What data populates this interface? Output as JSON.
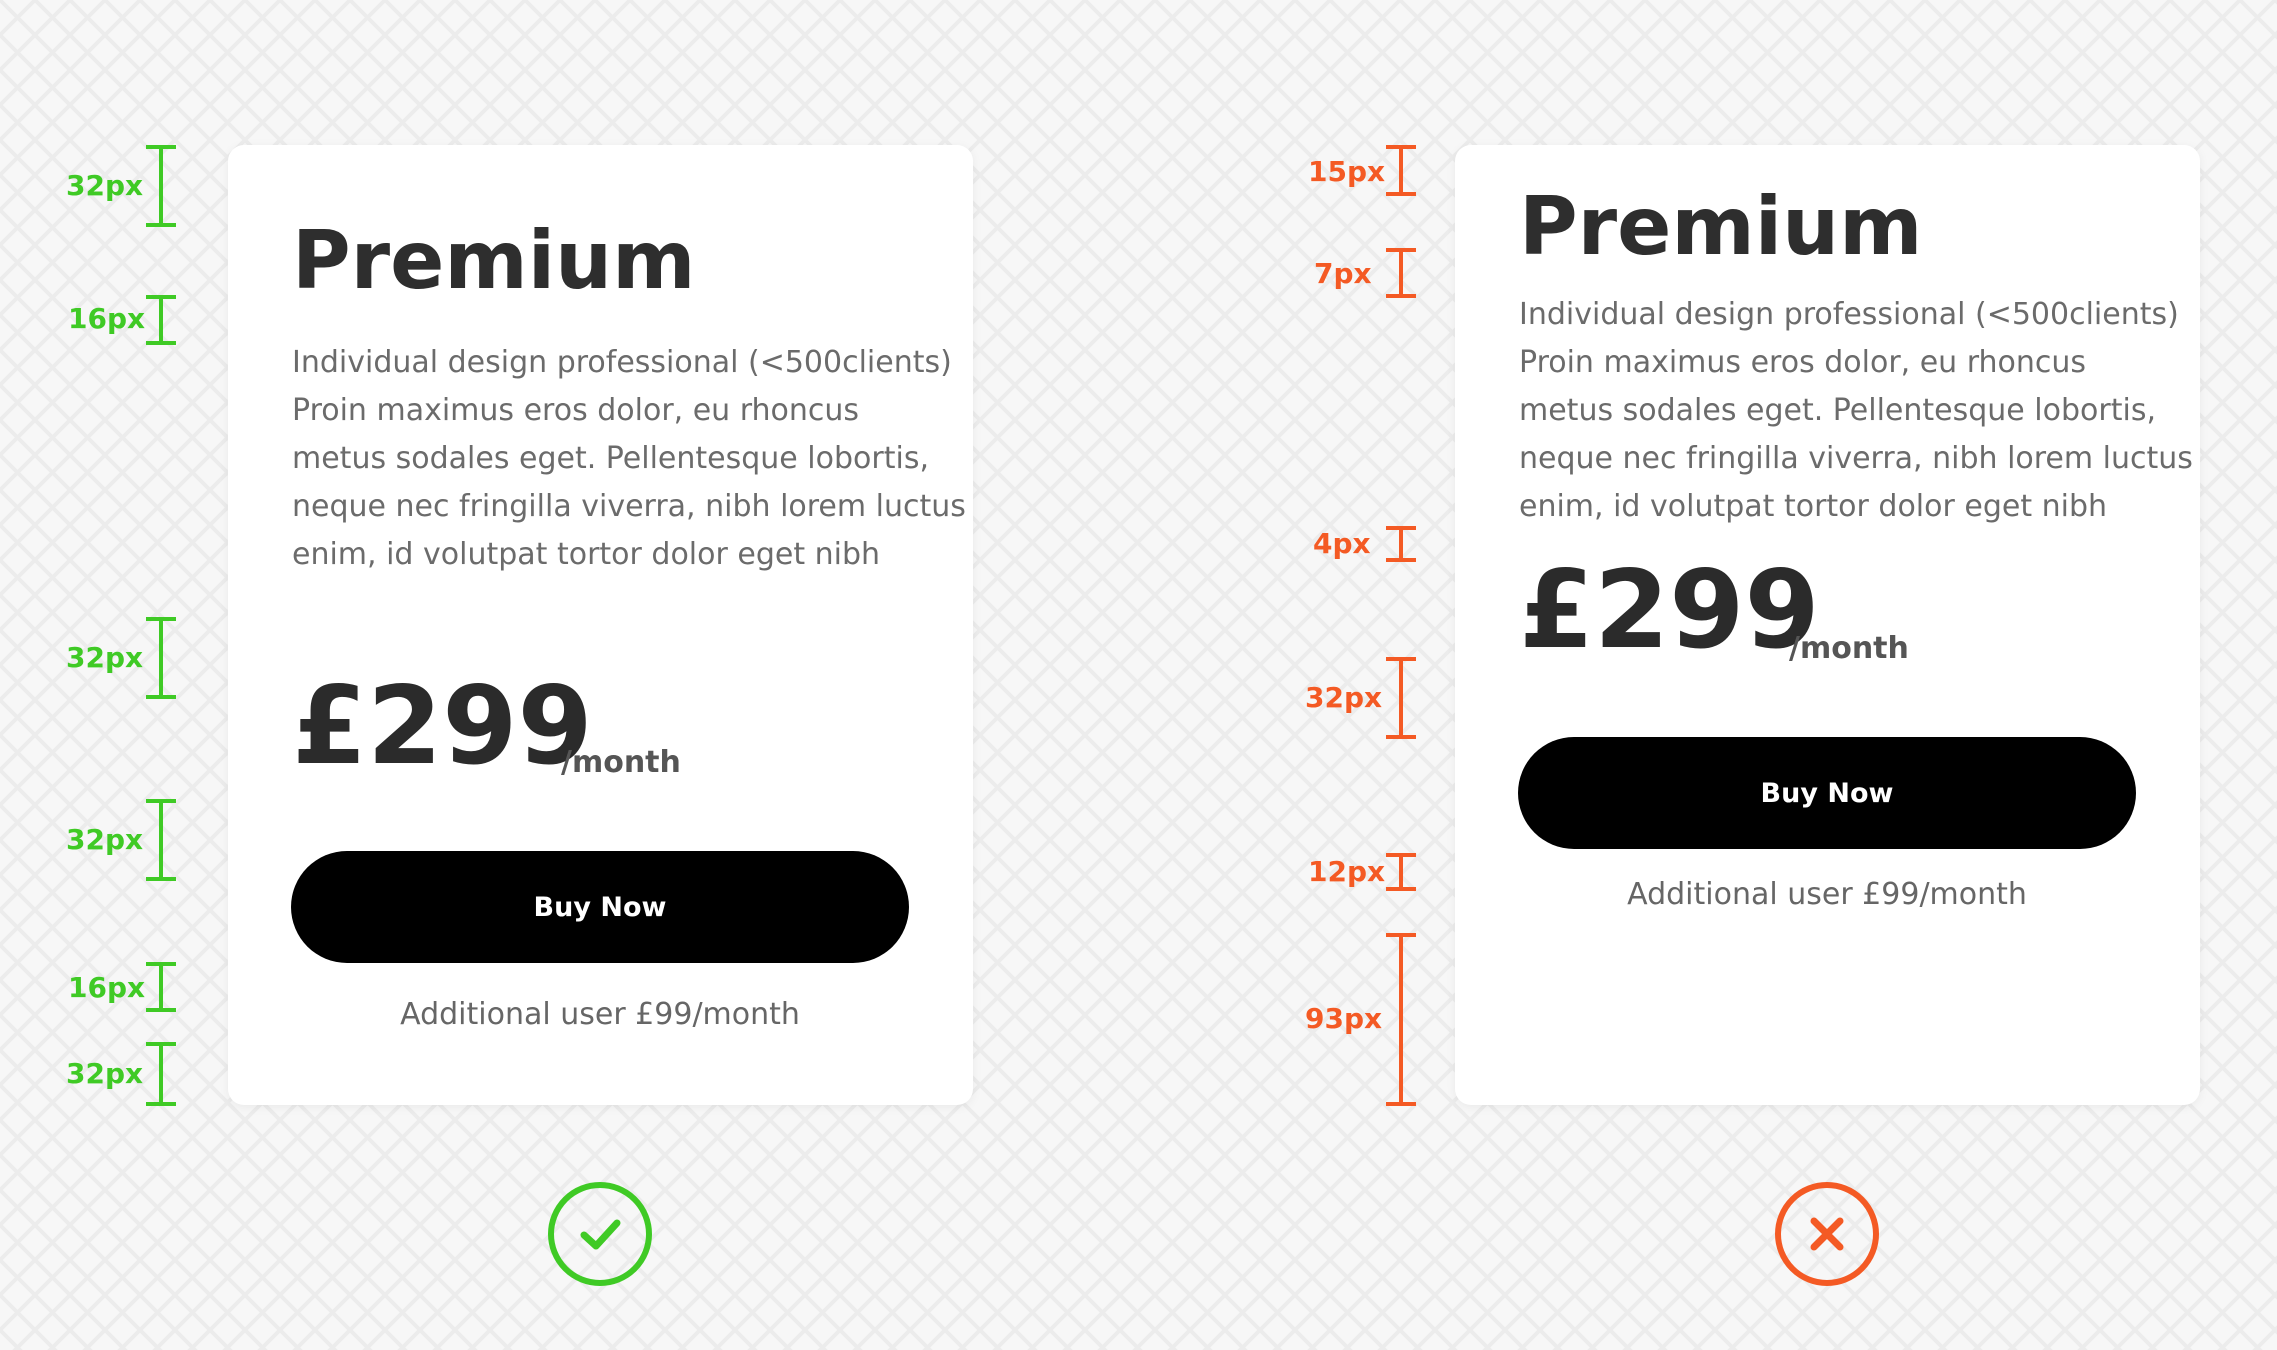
{
  "good": {
    "title": "Premium",
    "description": [
      "Individual design professional (<500clients)",
      "Proin maximus eros dolor, eu rhoncus",
      "metus sodales eget. Pellentesque lobortis,",
      "neque nec fringilla viverra, nibh lorem luctus",
      "enim, id volutpat tortor dolor eget nibh"
    ],
    "price": "£299",
    "period": "/month",
    "button_label": "Buy Now",
    "extra": "Additional user £99/month",
    "spacings": [
      "32px",
      "16px",
      "32px",
      "32px",
      "16px",
      "32px"
    ],
    "status_icon": "check-icon"
  },
  "bad": {
    "title": "Premium",
    "description": [
      "Individual design professional (<500clients)",
      "Proin maximus eros dolor, eu rhoncus",
      "metus sodales eget. Pellentesque lobortis,",
      "neque nec fringilla viverra, nibh lorem luctus",
      "enim, id volutpat tortor dolor eget nibh"
    ],
    "price": "£299",
    "period": "/month",
    "button_label": "Buy Now",
    "extra": "Additional user £99/month",
    "spacings": [
      "15px",
      "7px",
      "4px",
      "32px",
      "12px",
      "93px"
    ],
    "status_icon": "cross-icon"
  },
  "colors": {
    "good": "#3fca25",
    "bad": "#f45a24"
  }
}
